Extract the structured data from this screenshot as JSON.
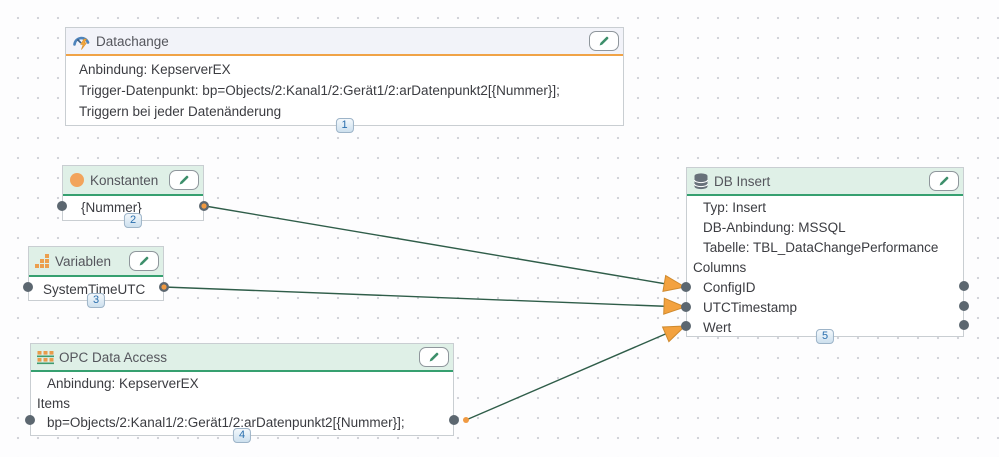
{
  "app": {
    "view": "connection-flow-editor"
  },
  "colors": {
    "accent_orange": "#f0a347",
    "accent_green": "#36a070",
    "wire_green": "#2f5d49",
    "arrow_orange": "#f3a23f",
    "port_gray": "#5c6770",
    "badge_blue": "#2a6fae"
  },
  "nodes": {
    "datachange": {
      "title": "Datachange",
      "badge": "1",
      "body": [
        "Anbindung: KepserverEX",
        "Trigger-Datenpunkt: bp=Objects/2:Kanal1/2:Gerät1/2:arDatenpunkt2[{Nummer}];",
        "Triggern bei jeder Datenänderung"
      ]
    },
    "konstanten": {
      "title": "Konstanten",
      "badge": "2",
      "output": "{Nummer}"
    },
    "variablen": {
      "title": "Variablen",
      "badge": "3",
      "output": "SystemTimeUTC"
    },
    "opc": {
      "title": "OPC Data Access",
      "badge": "4",
      "anbindung": "Anbindung: KepserverEX",
      "section": "Items",
      "item": "bp=Objects/2:Kanal1/2:Gerät1/2:arDatenpunkt2[{Nummer}];"
    },
    "db_insert": {
      "title": "DB Insert",
      "badge": "5",
      "typ": "Typ: Insert",
      "anbindung": "DB-Anbindung: MSSQL",
      "tabelle": "Tabelle: TBL_DataChangePerformance",
      "section": "Columns",
      "columns": [
        "ConfigID",
        "UTCTimestamp",
        "Wert"
      ]
    }
  }
}
